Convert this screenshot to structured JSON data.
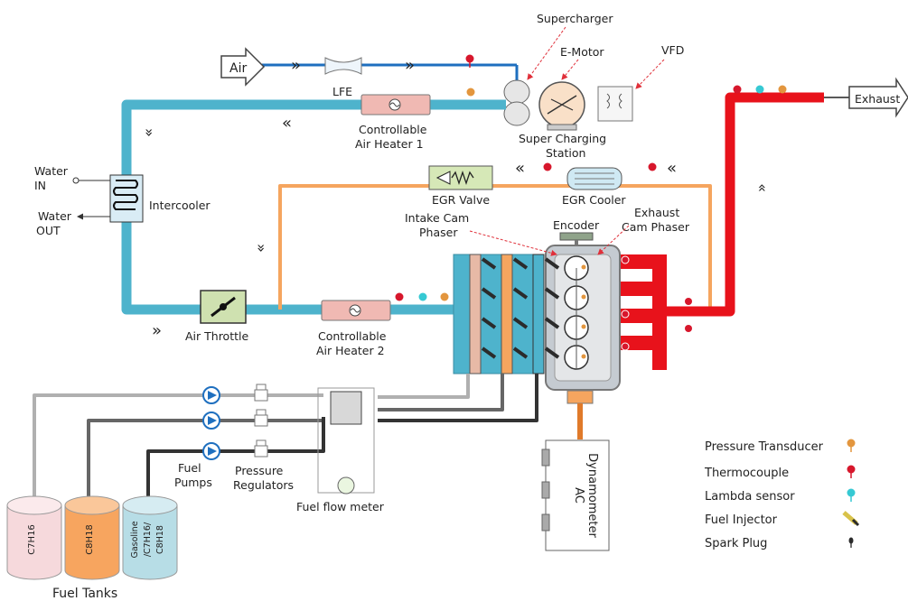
{
  "labels": {
    "air": "Air",
    "lfe": "LFE",
    "supercharger": "Supercharger",
    "e_motor": "E-Motor",
    "vfd": "VFD",
    "exhaust": "Exhaust",
    "sc_station_l1": "Super Charging",
    "sc_station_l2": "Station",
    "heater1_l1": "Controllable",
    "heater1_l2": "Air Heater 1",
    "water_in_l1": "Water",
    "water_in_l2": "IN",
    "water_out_l1": "Water",
    "water_out_l2": "OUT",
    "intercooler": "Intercooler",
    "egr_valve": "EGR  Valve",
    "egr_cooler": "EGR Cooler",
    "intake_cam_l1": "Intake Cam",
    "intake_cam_l2": "Phaser",
    "encoder": "Encoder",
    "exhaust_cam_l1": "Exhaust",
    "exhaust_cam_l2": "Cam Phaser",
    "air_throttle": "Air Throttle",
    "heater2_l1": "Controllable",
    "heater2_l2": "Air Heater 2",
    "fuel_pumps_l1": "Fuel",
    "fuel_pumps_l2": "Pumps",
    "pressure_reg_l1": "Pressure",
    "pressure_reg_l2": "Regulators",
    "fuel_flow_meter": "Fuel flow meter",
    "dyno_l1": "AC",
    "dyno_l2": "Dynamometer",
    "fuel_tanks": "Fuel Tanks"
  },
  "tanks": [
    {
      "label_main": "C7H16",
      "label_2": "",
      "label_3": "",
      "color": "#f6d9dc"
    },
    {
      "label_main": "C8H18",
      "label_2": "",
      "label_3": "",
      "color": "#f7a55f"
    },
    {
      "label_main": "Gasoline",
      "label_2": "/C7H16/",
      "label_3": "C8H18",
      "color": "#b7dde6"
    }
  ],
  "legend": [
    {
      "label": "Pressure Transducer",
      "icon": "pressure-transducer-icon",
      "color": "#e3963e"
    },
    {
      "label": "Thermocouple",
      "icon": "thermocouple-icon",
      "color": "#d7172c"
    },
    {
      "label": "Lambda sensor",
      "icon": "lambda-sensor-icon",
      "color": "#36c9d3"
    },
    {
      "label": "Fuel Injector",
      "icon": "fuel-injector-icon",
      "color": "#2b2b2b"
    },
    {
      "label": "Spark Plug",
      "icon": "spark-plug-icon",
      "color": "#2b2b2b"
    }
  ],
  "colors": {
    "intake_line": "#4eb3cc",
    "exhaust_line": "#e8121b",
    "egr_line": "#f5a55f",
    "air_line": "#1e6fbf",
    "fuel_line_light": "#b0b0b0",
    "fuel_line_dark": "#333333"
  }
}
